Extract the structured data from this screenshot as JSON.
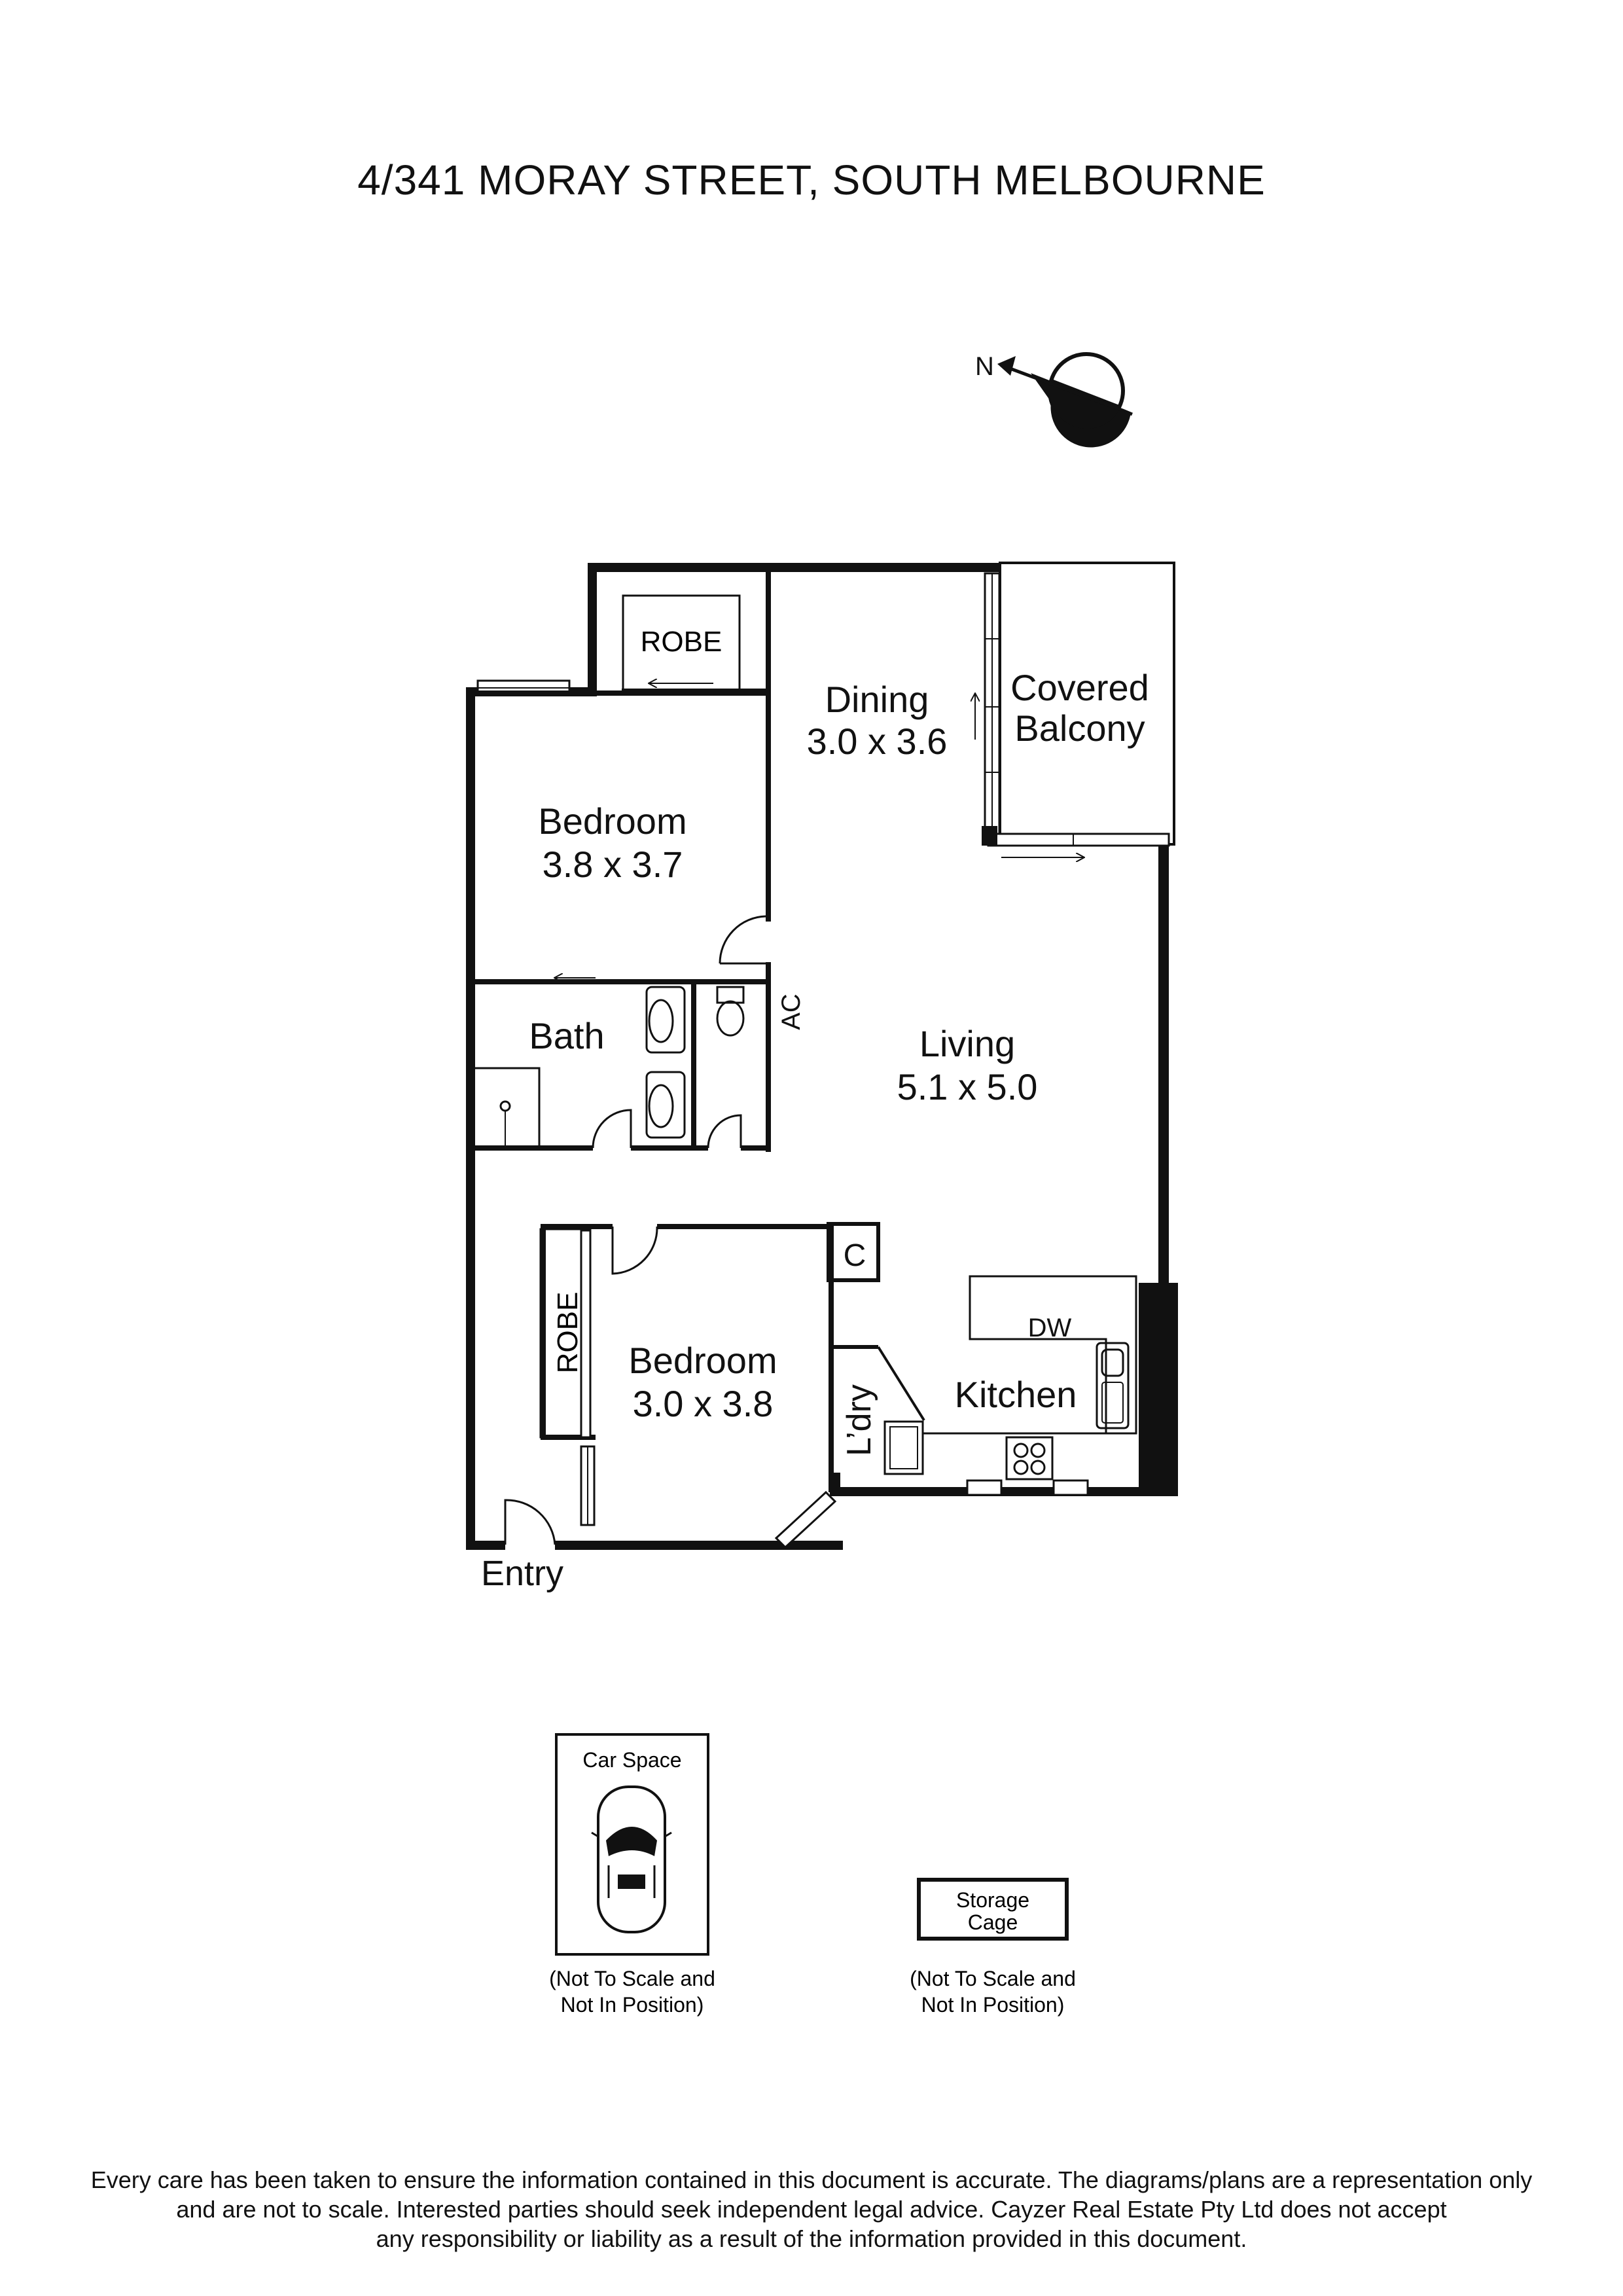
{
  "title": "4/341 MORAY STREET, SOUTH MELBOURNE",
  "compass": {
    "label": "N"
  },
  "rooms": {
    "robe_top": "ROBE",
    "dining": {
      "name": "Dining",
      "dims": "3.0 x 3.6"
    },
    "balcony": {
      "line1": "Covered",
      "line2": "Balcony"
    },
    "bedroom1": {
      "name": "Bedroom",
      "dims": "3.8 x 3.7"
    },
    "bath": "Bath",
    "ac": "AC",
    "living": {
      "name": "Living",
      "dims": "5.1 x 5.0"
    },
    "cupboard": "C",
    "dw": "DW",
    "robe_side": "ROBE",
    "bedroom2": {
      "name": "Bedroom",
      "dims": "3.0 x 3.8"
    },
    "laundry": "L’dry",
    "kitchen": "Kitchen",
    "entry": "Entry"
  },
  "extras": {
    "car_space": {
      "label": "Car Space",
      "note1": "(Not To Scale and",
      "note2": "Not In Position)"
    },
    "storage": {
      "line1": "Storage",
      "line2": "Cage",
      "note1": "(Not To Scale and",
      "note2": "Not In Position)"
    }
  },
  "disclaimer": [
    "Every care has been taken to ensure the information contained in this document is accurate. The diagrams/plans are a representation only",
    "and are not to scale. Interested parties should seek independent legal advice. Cayzer Real Estate Pty Ltd does not accept",
    "any responsibility or liability as a result of the information provided in this document."
  ],
  "colors": {
    "wall": "#111111",
    "background": "#ffffff"
  }
}
